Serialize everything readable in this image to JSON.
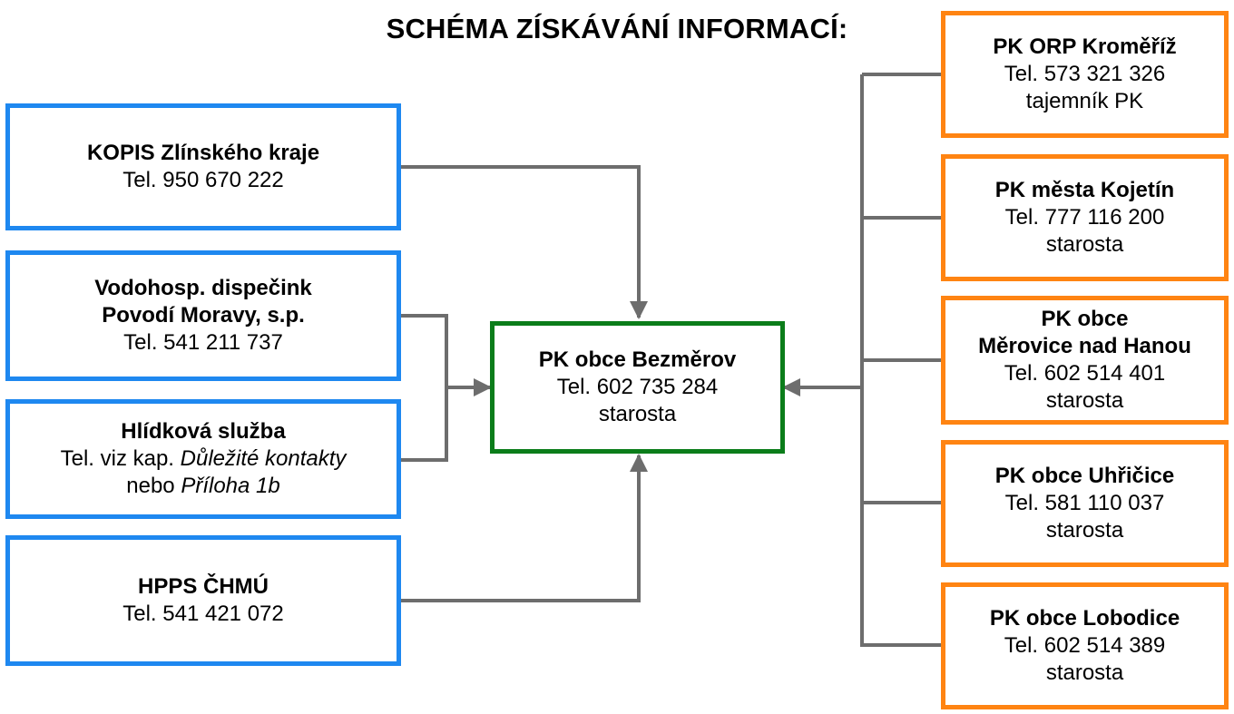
{
  "title": "SCHÉMA ZÍSKÁVÁNÍ INFORMACÍ:",
  "colors": {
    "sources_border": "#1e88f0",
    "center_border": "#0b7d1a",
    "targets_border": "#ff8412",
    "connector": "#6d6d6d"
  },
  "sources": {
    "kopis": {
      "name": "KOPIS Zlínského kraje",
      "phone": "Tel. 950 670 222"
    },
    "vodohosp": {
      "name1": "Vodohosp. dispečink",
      "name2": "Povodí Moravy, s.p.",
      "phone": "Tel. 541 211 737"
    },
    "hlidkova": {
      "name": "Hlídková služba",
      "phone_prefix": "Tel. viz kap. ",
      "phone_ref": "Důležité kontakty",
      "alt_prefix": "nebo ",
      "alt_ref": "Příloha 1b"
    },
    "hpps": {
      "name": "HPPS ČHMÚ",
      "phone": "Tel. 541 421 072"
    }
  },
  "center": {
    "name": "PK obce Bezměrov",
    "phone": "Tel. 602 735 284",
    "role": "starosta"
  },
  "targets": [
    {
      "name": "PK ORP Kroměříž",
      "phone": "Tel. 573 321 326",
      "role": "tajemník PK"
    },
    {
      "name": "PK města Kojetín",
      "phone": "Tel. 777 116 200",
      "role": "starosta"
    },
    {
      "name1": "PK obce",
      "name2": "Měrovice nad Hanou",
      "phone": "Tel. 602 514 401",
      "role": "starosta"
    },
    {
      "name": "PK obce Uhřičice",
      "phone": "Tel. 581 110 037",
      "role": "starosta"
    },
    {
      "name": "PK obce Lobodice",
      "phone": "Tel. 602 514 389",
      "role": "starosta"
    }
  ]
}
